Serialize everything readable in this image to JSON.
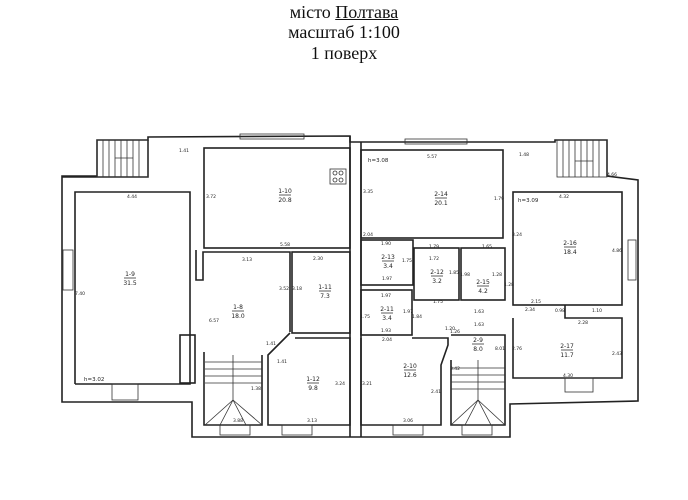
{
  "header": {
    "city_prefix": "місто",
    "city": "Полтава",
    "scale": "масштаб 1:100",
    "floor": "1 поверх"
  },
  "rooms": [
    {
      "id": "1-9",
      "area": "31.5"
    },
    {
      "id": "1-10",
      "area": "20.8"
    },
    {
      "id": "1-8",
      "area": "18.0"
    },
    {
      "id": "1-11",
      "area": "7.3"
    },
    {
      "id": "1-12",
      "area": "9.8"
    },
    {
      "id": "2-14",
      "area": "20.1"
    },
    {
      "id": "2-13",
      "area": "3.4"
    },
    {
      "id": "2-12",
      "area": "3.2"
    },
    {
      "id": "2-15",
      "area": "4.2"
    },
    {
      "id": "2-16",
      "area": "18.4"
    },
    {
      "id": "2-11",
      "area": "3.4"
    },
    {
      "id": "2-10",
      "area": "12.6"
    },
    {
      "id": "2-9",
      "area": "8.0"
    },
    {
      "id": "2-17",
      "area": "11.7"
    }
  ],
  "heights": [
    "h=3.02",
    "h=3.08",
    "h=3.09"
  ],
  "dimensions": [
    "4.44",
    "7.40",
    "1.41",
    "3.72",
    "5.58",
    "3.13",
    "3.52",
    "6.57",
    "2.30",
    "3.18",
    "1.41",
    "1.41",
    "3.24",
    "3.13",
    "3.88",
    "1.38",
    "5.57",
    "3.35",
    "1.79",
    "1.48",
    "4.66",
    "4.32",
    "3.24",
    "4.86",
    "2.04",
    "1.90",
    "1.79",
    "1.65",
    "1.75",
    "1.97",
    "1.72",
    "1.85",
    "1.98",
    "1.28",
    "1.28",
    "1.97",
    "1.75",
    "1.93",
    "1.97",
    "2.04",
    "1.63",
    "1.63",
    "1.20",
    "1.26",
    "8.01",
    "2.15",
    "2.34",
    "0.98",
    "1.10",
    "2.28",
    "2.76",
    "2.43",
    "4.30",
    "3.21",
    "2.41",
    "3.06",
    "3.42",
    "1.84",
    "1.75"
  ]
}
